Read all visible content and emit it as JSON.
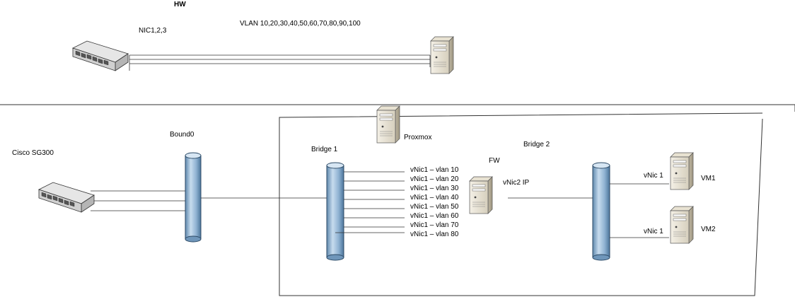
{
  "top": {
    "title": "HW",
    "nic_label": "NIC1,2,3",
    "vlan_label": "VLAN 10,20,30,40,50,60,70,80,90,100"
  },
  "bottom": {
    "switch_label": "Cisco SG300",
    "bond_label": "Bound0",
    "host_label": "Proxmox",
    "bridge1_label": "Bridge 1",
    "bridge2_label": "Bridge 2",
    "fw_label": "FW",
    "fw_nic2_label": "vNic2 IP",
    "vnics": [
      "vNic1 – vlan 10",
      "vNic1 – vlan 20",
      "vNic1 – vlan 30",
      "vNic1 – vlan 40",
      "vNic1 – vlan 50",
      "vNic1 – vlan 60",
      "vNic1 – vlan 70",
      "vNic1 – vlan 80"
    ],
    "vm1": {
      "nic_label": "vNic 1",
      "name": "VM1"
    },
    "vm2": {
      "nic_label": "vNic 1",
      "name": "VM2"
    }
  }
}
